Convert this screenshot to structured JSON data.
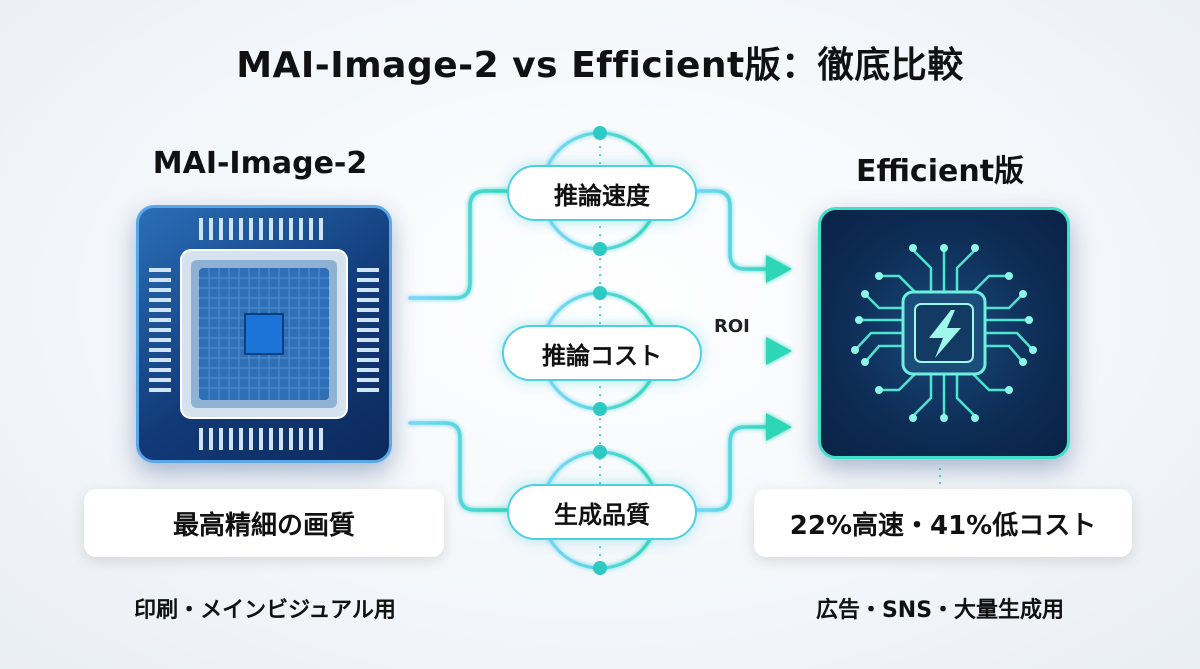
{
  "title": "MAI-Image-2 vs Efficient版：徹底比較",
  "left": {
    "title": "MAI-Image-2",
    "card": "最高精細の画質",
    "caption": "印刷・メインビジュアル用"
  },
  "right": {
    "title": "Efficient版",
    "card": "22%高速・41%低コスト",
    "caption": "広告・SNS・大量生成用"
  },
  "metrics": {
    "speed": "推論速度",
    "cost": "推論コスト",
    "quality": "生成品質"
  },
  "roi_label": "ROI",
  "colors": {
    "accent_teal": "#34d6c2",
    "accent_cyan": "#4fd0e0",
    "chip_blue": "#1f5da6",
    "chip_navy": "#0d2c54"
  },
  "icons": {
    "left_chip": "processor-chip-icon",
    "right_chip": "efficient-chip-lightning-icon"
  }
}
